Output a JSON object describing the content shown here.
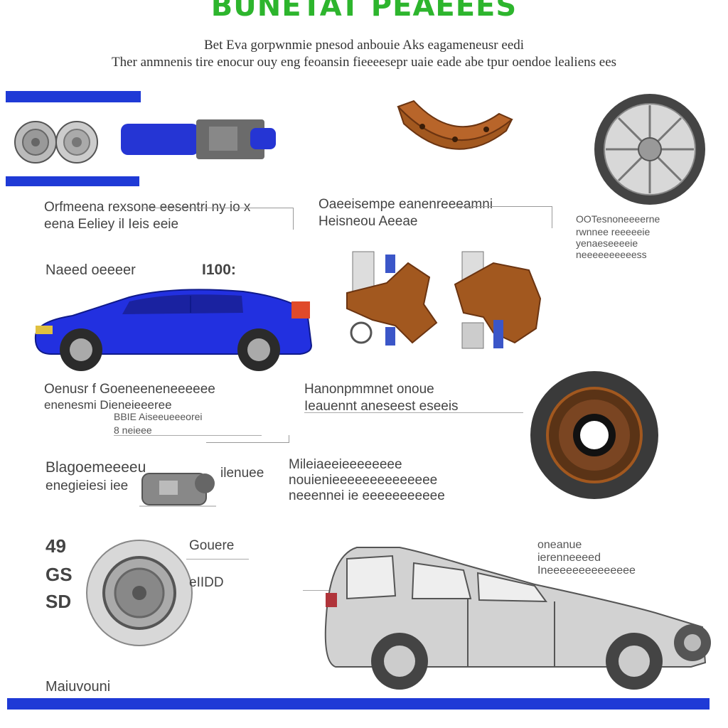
{
  "header": {
    "title": "BUNETAT PEAEEES",
    "subtitle_line1": "Bet Eva gorpwnmie pnesod anbouie Aks eagameneusr eedi",
    "subtitle_line2": "Ther anmnenis tire enocur ouy eng feoansin fieeeesepr uaie eade abe tpur oendoe lealiens ees"
  },
  "sections": {
    "s1_left": {
      "line1": "Orfmeena rexsone eesentri ny io x",
      "line2": "eena Eeliey il Ieis eeie"
    },
    "s1_mid": {
      "line1": "Oaeeisempe eanenreeeamni",
      "line2": "Heisneou Aeeae"
    },
    "s1_right": {
      "line1": "OOTesnoneeeerne",
      "line2": "rwnnee reeeeeie",
      "line3": "yenaeseeeeie",
      "line4": "neeeeeeeeeess"
    },
    "car_label": "Naeed oeeeer",
    "car_price": "I100:",
    "s2_left": {
      "line1": "Oenusr f  Goeneeneneeeeee",
      "line2": "enenesmi  Dieneieeeree",
      "line3": "BBIE Aiseeueeeorei",
      "line4": "8              neieee"
    },
    "s2_mid": {
      "line1": "Hanonpmmnet onoue",
      "line2": "Ieauennt aneseest eseeis"
    },
    "s3_left": {
      "line1": "Blagoemeeeeu",
      "line2": "enegieiesi iee"
    },
    "s3_side": "ilenuee",
    "s3_mid": {
      "line1": "Mileiaeeieeeeeeee",
      "line2": "nouienieeeeeeeeeeeeee",
      "line3": "neeennei ie eeeeeeeeeee"
    },
    "nums": [
      "49",
      "GS",
      "SD"
    ],
    "wheel_label1": "Gouere",
    "wheel_label2": "eIIDD",
    "suv_label": {
      "line1": "oneanue",
      "line2": "ierenneeeed",
      "line3": "Ineeeeeeeeeeeeee"
    },
    "footer": "Maiuvouni"
  },
  "colors": {
    "accent_blue": "#1f3ad6",
    "title_green": "#2db52d",
    "rust": "#a2581f",
    "gray_part": "#777777"
  }
}
